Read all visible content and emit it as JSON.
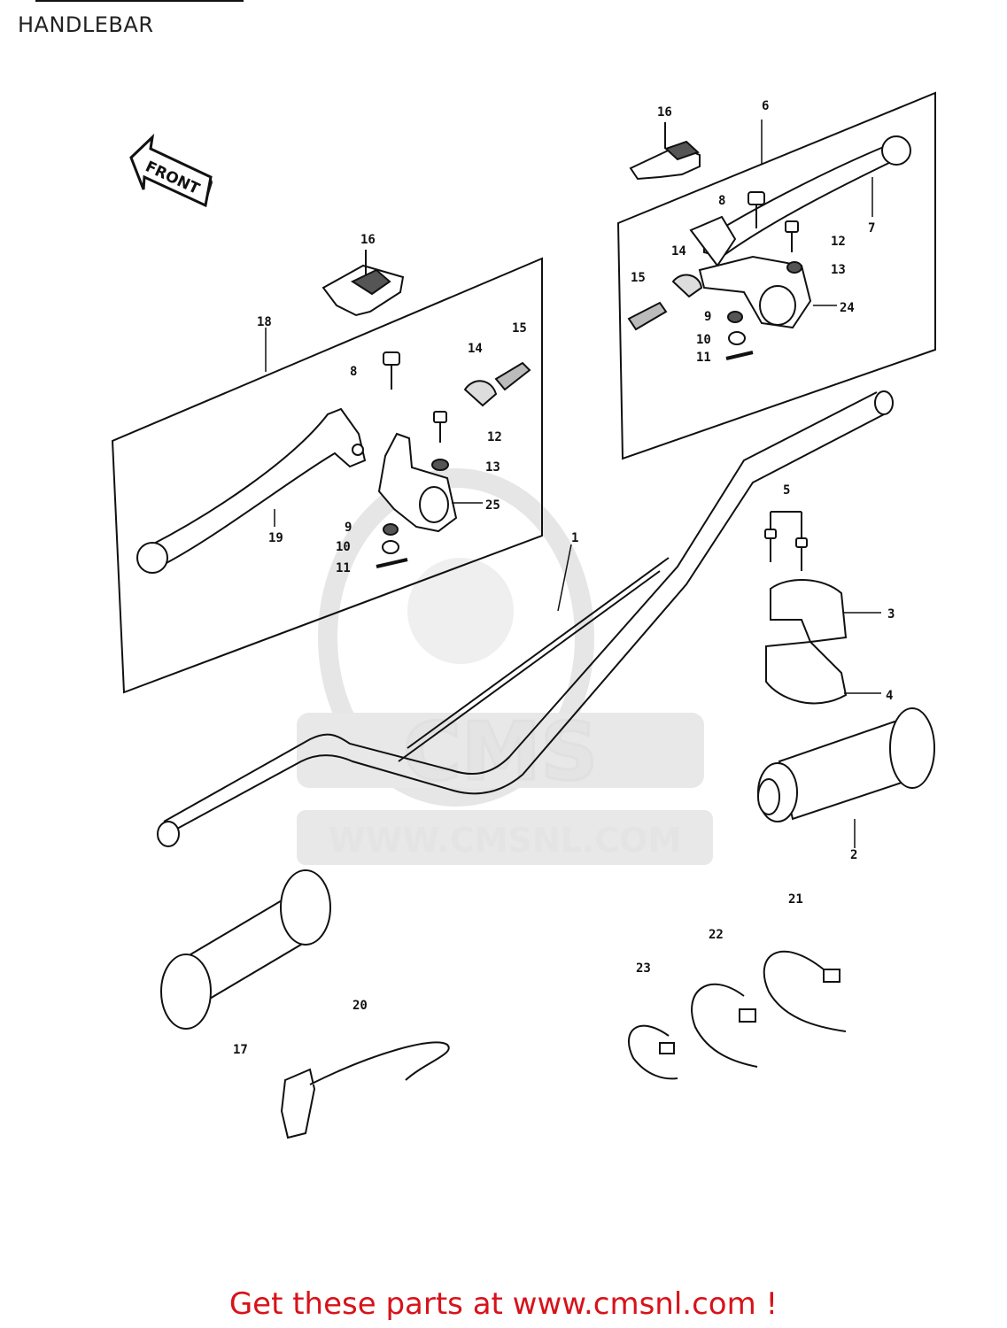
{
  "title": "HANDLEBAR",
  "footer": "Get these parts at www.cmsnl.com !",
  "front_arrow_label": "FRONT",
  "watermark": {
    "brand": "CMS",
    "url": "WWW.CMSNL.COM"
  },
  "callouts": [
    "1",
    "2",
    "3",
    "4",
    "5",
    "6",
    "7",
    "8",
    "8",
    "9",
    "9",
    "10",
    "10",
    "11",
    "11",
    "12",
    "12",
    "13",
    "13",
    "14",
    "14",
    "15",
    "15",
    "16",
    "16",
    "17",
    "18",
    "19",
    "20",
    "21",
    "22",
    "23",
    "24",
    "25"
  ],
  "colors": {
    "footer_text": "#d8121a",
    "line": "#111111",
    "watermark": "#e4e4e4"
  }
}
